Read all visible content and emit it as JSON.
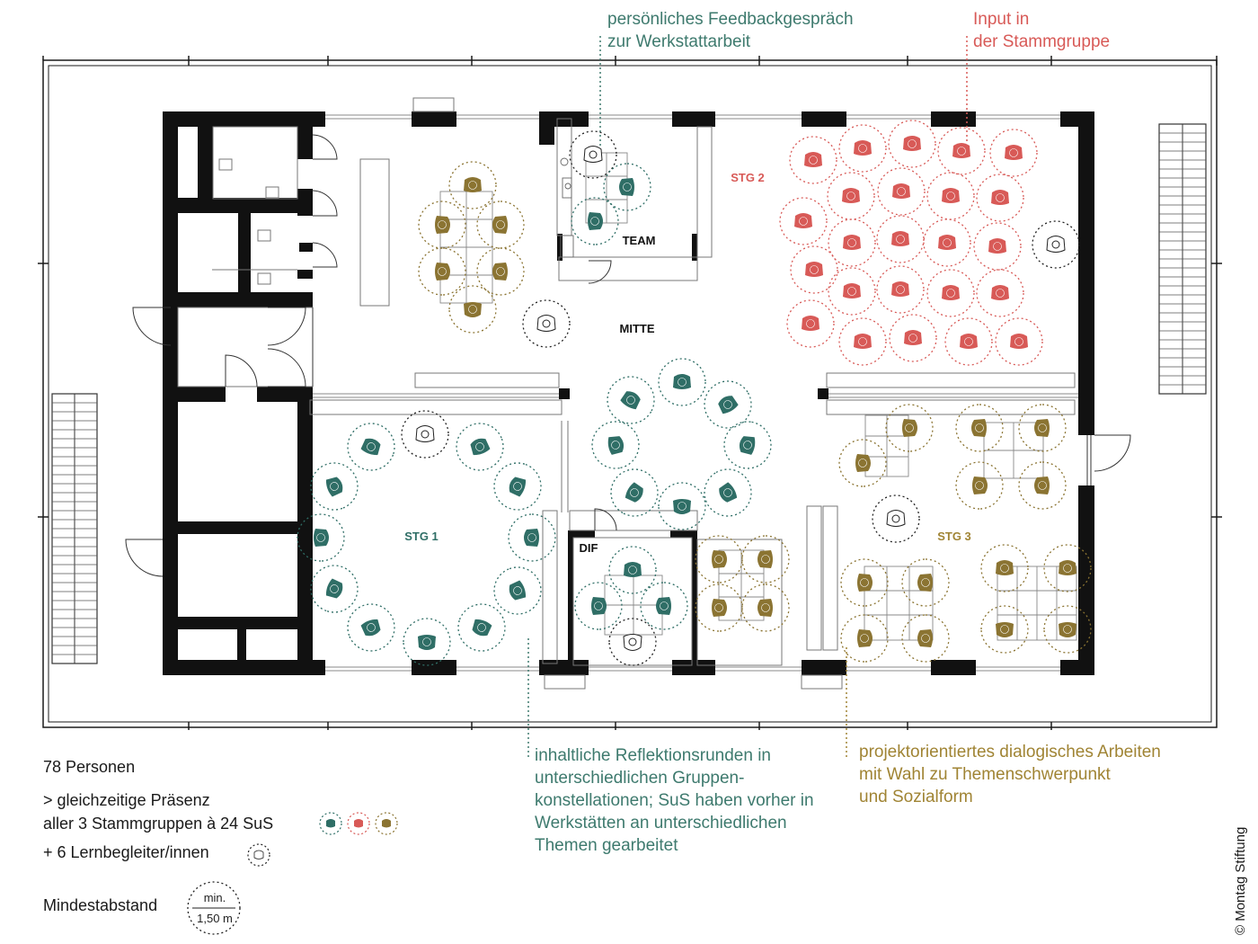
{
  "annotations": {
    "feedback": "persönliches Feedbackgespräch\nzur Werkstattarbeit",
    "input": "Input in\nder Stammgruppe",
    "reflection": "inhaltliche Reflektionsrunden in\nunterschiedlichen Gruppen-\nkonstellationen; SuS haben vorher in\nWerkstätten an unterschiedlichen\nThemen gearbeitet",
    "project": "projektorientiertes dialogisches Arbeiten\nmit Wahl zu Themenschwerpunkt\nund Sozialform"
  },
  "rooms": {
    "stg1": "STG 1",
    "stg2": "STG 2",
    "stg3": "STG 3",
    "team": "TEAM",
    "mitte": "MITTE",
    "dif": "DIF"
  },
  "legend": {
    "count": "78 Personen",
    "presence": "> gleichzeitige Präsenz\naller 3 Stammgruppen à 24 SuS",
    "staff": "+ 6 Lernbegleiter/innen",
    "distance_label": "Mindestabstand",
    "distance_top": "min.",
    "distance_bottom": "1,50 m"
  },
  "copyright": "© Montag Stiftung",
  "colors": {
    "stg1": "#2f6e66",
    "stg2": "#d85a57",
    "stg3": "#8b7432",
    "wall": "#111111",
    "line": "#9a9a9a"
  }
}
